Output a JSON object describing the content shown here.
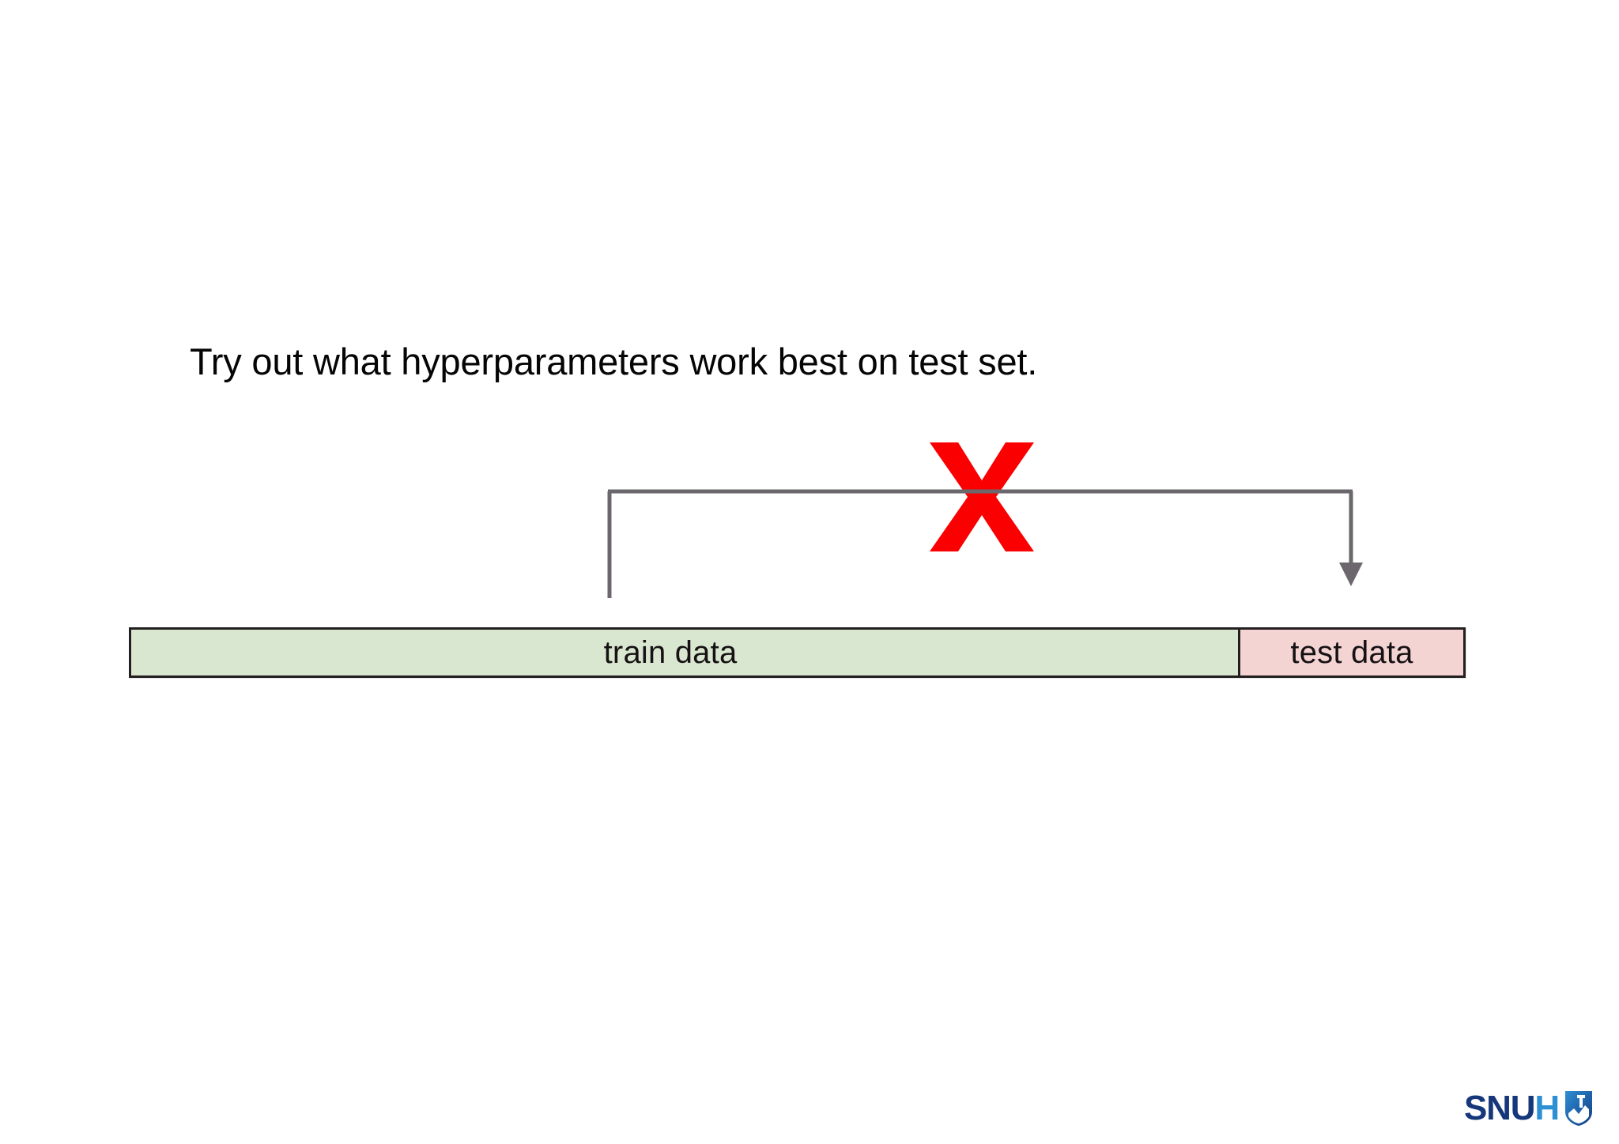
{
  "slide": {
    "background_color": "#ffffff",
    "heading": "Try out what hyperparameters work best on test set."
  },
  "diagram": {
    "bar": {
      "segments": [
        {
          "id": "train",
          "label": "train data",
          "fill_color": "#d9e7d0",
          "border_color": "#231f20",
          "fraction_of_bar": 0.83
        },
        {
          "id": "test",
          "label": "test data",
          "fill_color": "#f4d3d3",
          "border_color": "#231f20",
          "fraction_of_bar": 0.17
        }
      ]
    },
    "connector": {
      "name": "feedback-arrow",
      "description": "bracket arrow from train data up and over to test data",
      "stroke_color": "#6b676c",
      "stroke_width": 4,
      "has_arrowhead": true,
      "arrowhead_points_to": "test data"
    },
    "x_mark": {
      "glyph": "X",
      "color": "#fb0000",
      "meaning": "not allowed"
    }
  },
  "logo": {
    "name": "snuh-logo",
    "text_primary": "SNU",
    "text_accent": "H",
    "primary_color": "#16377a",
    "accent_color": "#2e8fd4",
    "emblem": "shield-icon"
  }
}
